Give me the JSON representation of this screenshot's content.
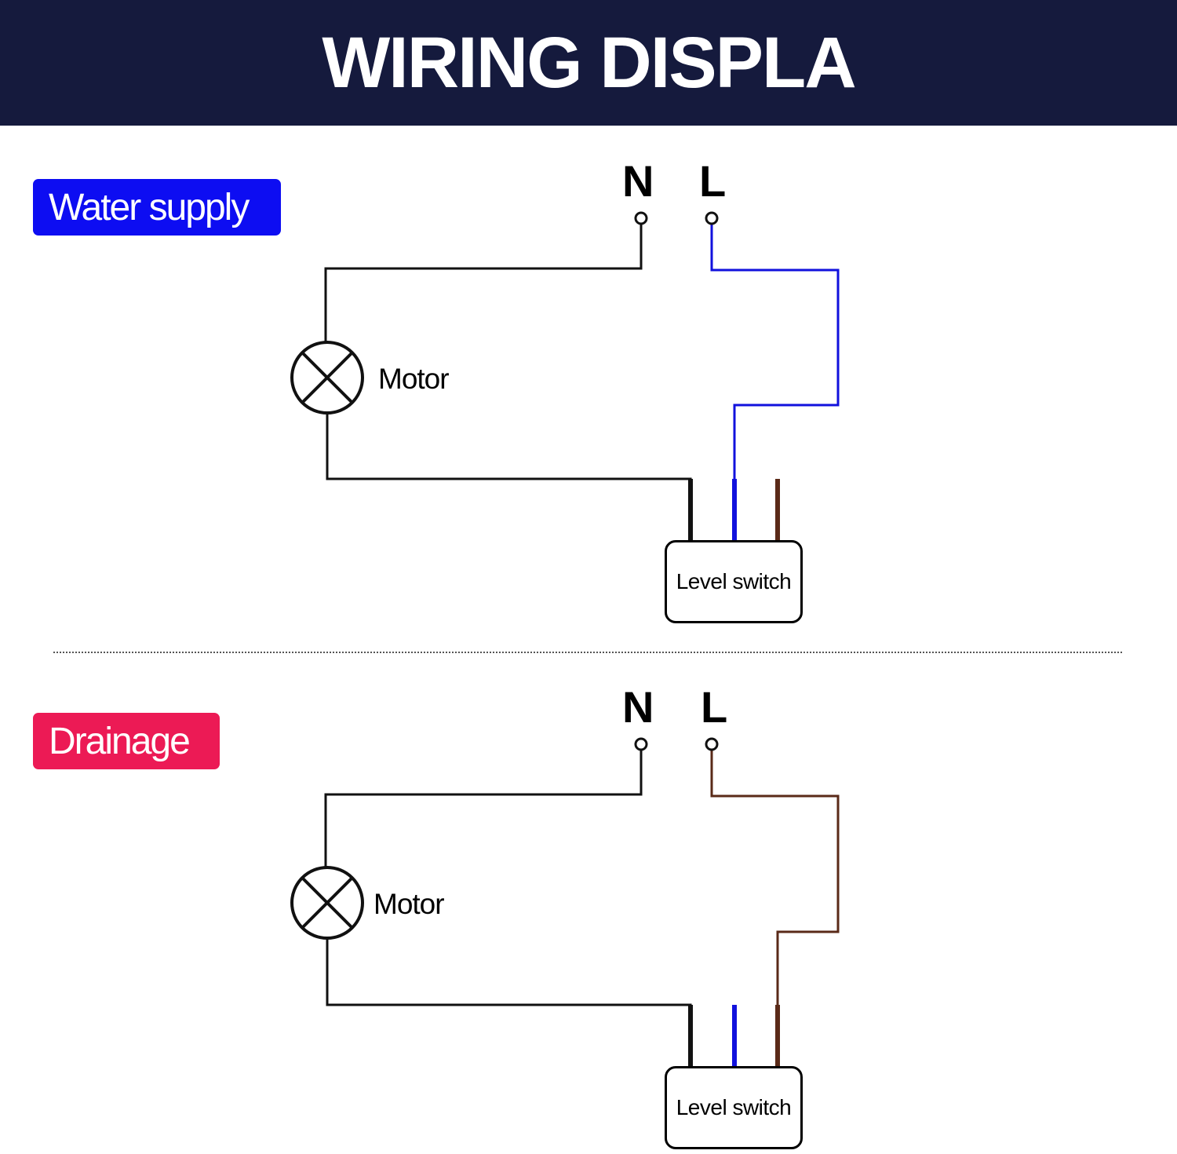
{
  "header": {
    "title": "WIRING DISPLA"
  },
  "colors": {
    "header_bg": "#151a3d",
    "supply_badge": "#0d0df2",
    "drain_badge": "#ec1a55",
    "blue_wire": "#1111dd",
    "brown_wire": "#5a2a18",
    "black_wire": "#111111"
  },
  "sections": {
    "supply": {
      "label": "Water supply",
      "terminal_n": "N",
      "terminal_l": "L",
      "motor_label": "Motor",
      "switch_label": "Level switch",
      "live_wire_color": "blue"
    },
    "drain": {
      "label": "Drainage",
      "terminal_n": "N",
      "terminal_l": "L",
      "motor_label": "Motor",
      "switch_label": "Level switch",
      "live_wire_color": "brown"
    }
  }
}
